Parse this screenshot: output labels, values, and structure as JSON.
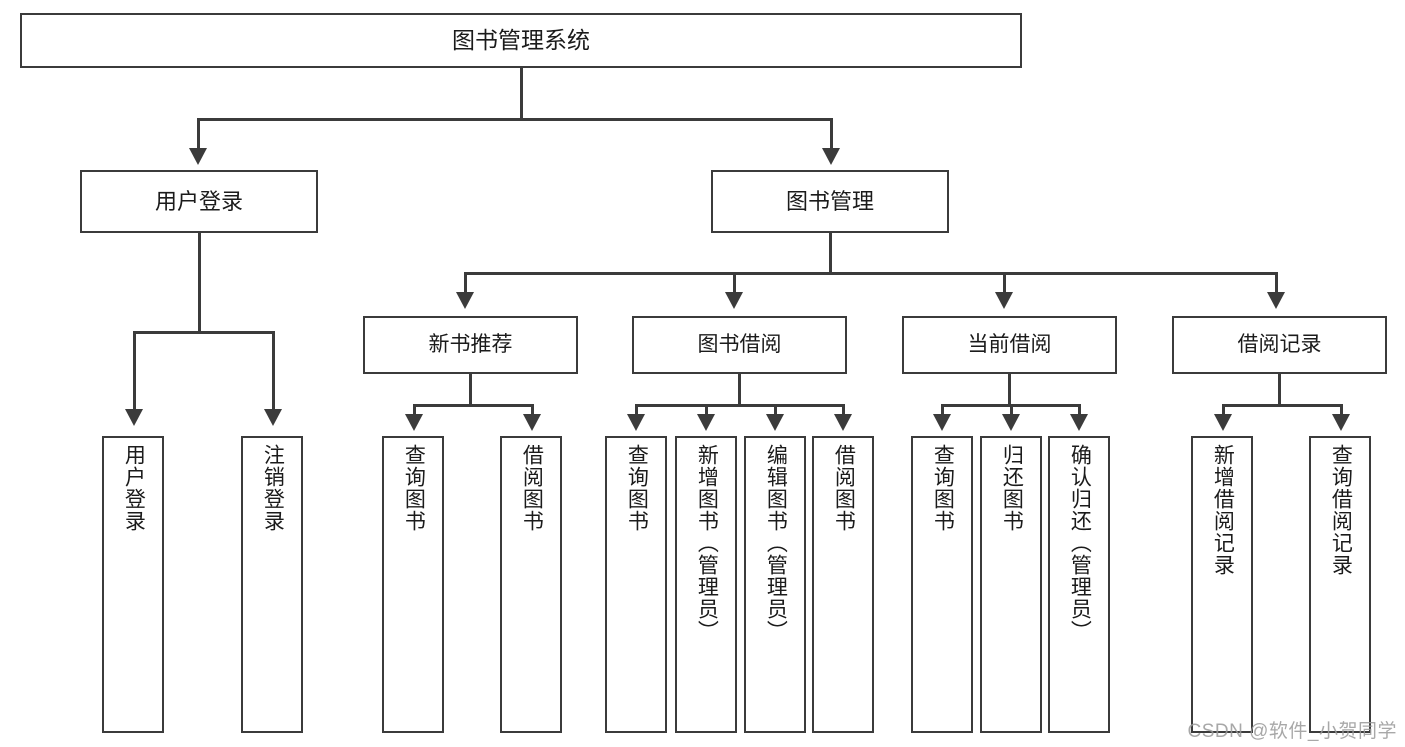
{
  "diagram": {
    "type": "tree-hierarchy",
    "title": "图书管理系统",
    "watermark": "CSDN @软件_小贺同学",
    "colors": {
      "stroke": "#3b3b3b",
      "fill": "#ffffff",
      "text": "#1b1b1b",
      "watermark": "#9a9a9a"
    },
    "nodes": {
      "root": {
        "label": "图书管理系统"
      },
      "level2": [
        {
          "id": "user-login",
          "label": "用户登录"
        },
        {
          "id": "book-manage",
          "label": "图书管理"
        }
      ],
      "level3": [
        {
          "id": "new-book-recommend",
          "label": "新书推荐"
        },
        {
          "id": "book-borrow",
          "label": "图书借阅"
        },
        {
          "id": "current-borrow",
          "label": "当前借阅"
        },
        {
          "id": "borrow-record",
          "label": "借阅记录"
        }
      ],
      "leaves": {
        "user-login": [
          {
            "id": "leaf-user-login",
            "label": "用户登录"
          },
          {
            "id": "leaf-logout-login",
            "label": "注销登录"
          }
        ],
        "new-book-recommend": [
          {
            "id": "leaf-query-book-1",
            "label": "查询图书"
          },
          {
            "id": "leaf-borrow-book-1",
            "label": "借阅图书"
          }
        ],
        "book-borrow": [
          {
            "id": "leaf-query-book-2",
            "label": "查询图书"
          },
          {
            "id": "leaf-add-book",
            "label": "新增图书（管理员）"
          },
          {
            "id": "leaf-edit-book",
            "label": "编辑图书（管理员）"
          },
          {
            "id": "leaf-borrow-book-2",
            "label": "借阅图书"
          }
        ],
        "current-borrow": [
          {
            "id": "leaf-query-book-3",
            "label": "查询图书"
          },
          {
            "id": "leaf-return-book",
            "label": "归还图书"
          },
          {
            "id": "leaf-confirm-return",
            "label": "确认归还（管理员）"
          }
        ],
        "borrow-record": [
          {
            "id": "leaf-add-record",
            "label": "新增借阅记录"
          },
          {
            "id": "leaf-query-record",
            "label": "查询借阅记录"
          }
        ]
      }
    }
  }
}
